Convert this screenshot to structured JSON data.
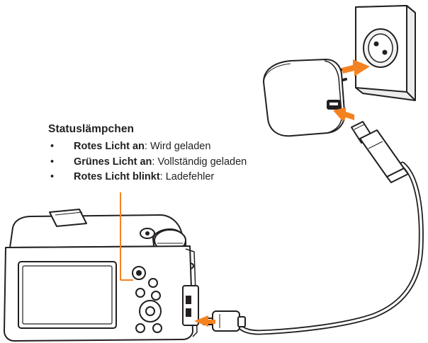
{
  "legend": {
    "title": "Statuslämpchen",
    "bullet": "•",
    "items": [
      {
        "term": "Rotes Licht an",
        "separator": ": ",
        "desc": "Wird geladen",
        "light_color": "#e2231a"
      },
      {
        "term": "Grünes Licht an",
        "separator": ": ",
        "desc": "Vollständig geladen",
        "light_color": "#00a651"
      },
      {
        "term": "Rotes Licht blinkt",
        "separator": ": ",
        "desc": "Ladefehler",
        "light_color": "#e2231a"
      }
    ]
  },
  "colors": {
    "line_art": "#231f20",
    "arrow": "#f58220",
    "callout": "#f58220"
  },
  "icons": [
    "camera-icon",
    "usb-cable-icon",
    "ac-adapter-icon",
    "wall-outlet-icon",
    "plug-arrow-icon"
  ]
}
